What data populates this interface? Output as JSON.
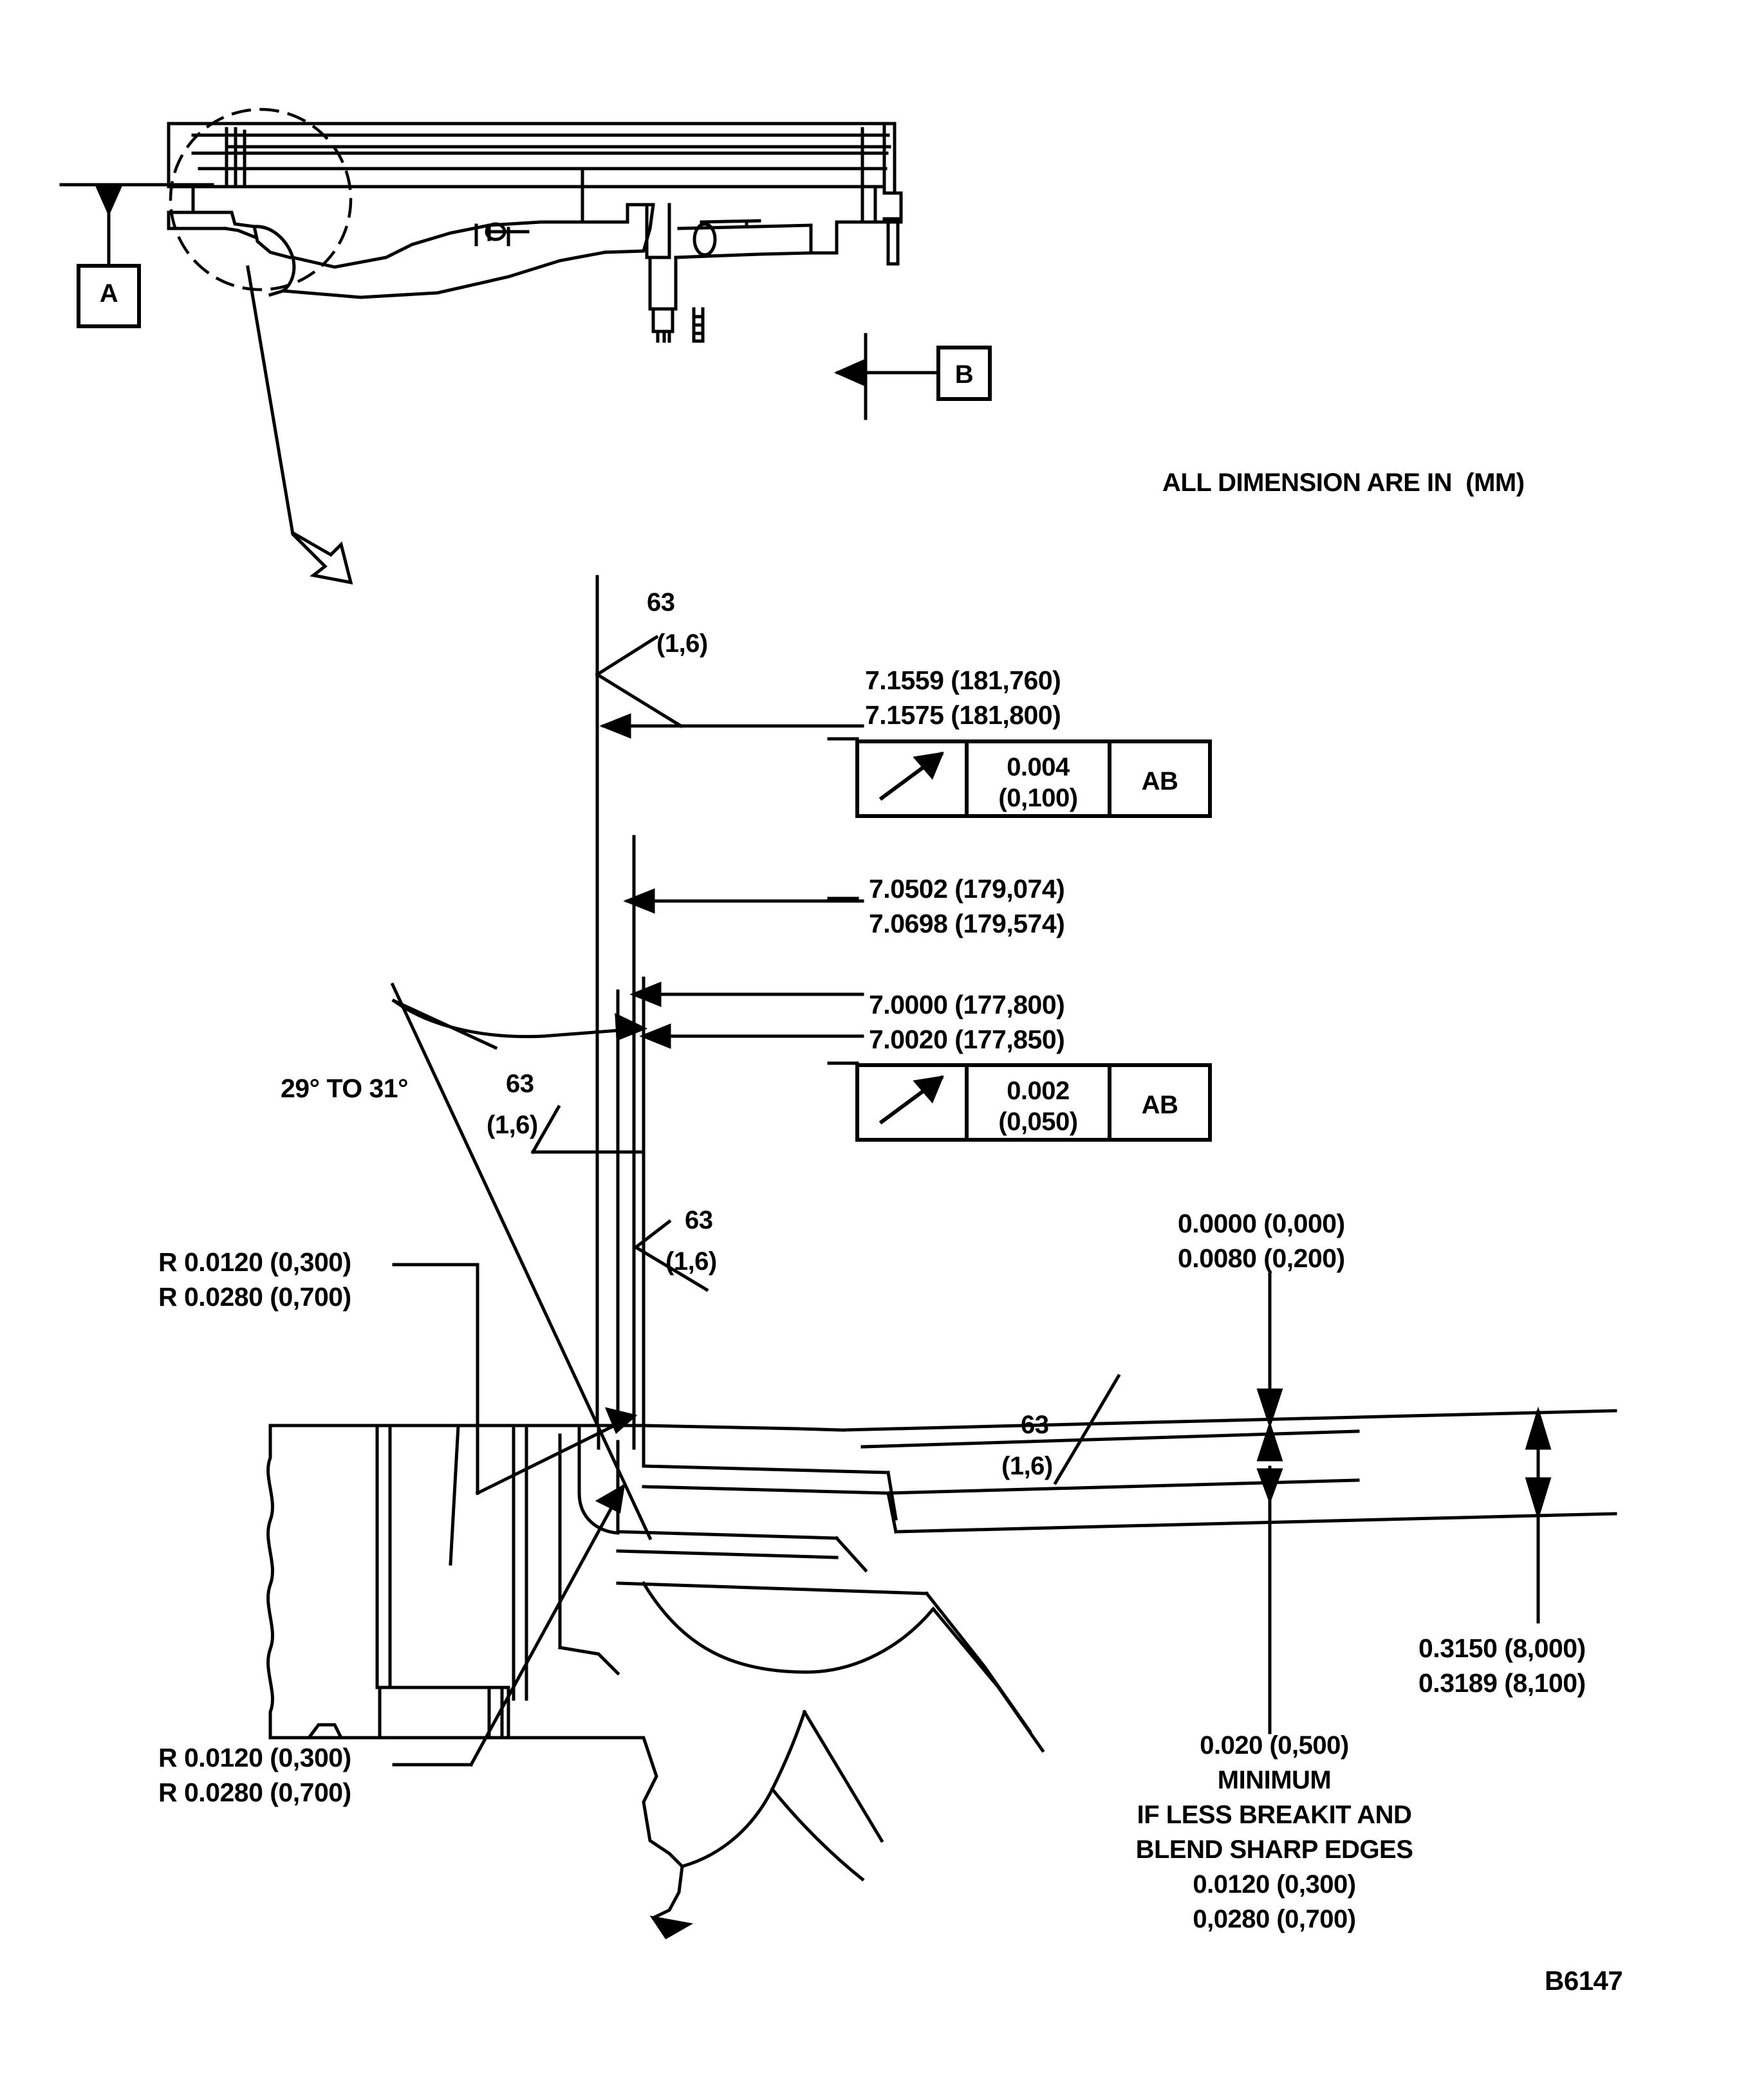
{
  "drawing": {
    "general_note": "ALL DIMENSION ARE IN  (MM)",
    "drawing_number": "B6147"
  },
  "datums": [
    {
      "id": "datum-a",
      "label": "A"
    },
    {
      "id": "datum-b",
      "label": "B"
    }
  ],
  "surface_finishes": [
    {
      "id": "sf-top",
      "value": "63",
      "metric": "(1,6)"
    },
    {
      "id": "sf-mid-left",
      "value": "63",
      "metric": "(1,6)"
    },
    {
      "id": "sf-mid-right",
      "value": "63",
      "metric": "(1,6)"
    },
    {
      "id": "sf-lower",
      "value": "63",
      "metric": "(1,6)"
    }
  ],
  "dimensions": {
    "dim_181": {
      "upper": "7.1559 (181,760)",
      "lower": "7.1575 (181,800)"
    },
    "dim_179": {
      "upper": "7.0502 (179,074)",
      "lower": "7.0698 (179,574)"
    },
    "dim_177": {
      "upper": "7.0000 (177,800)",
      "lower": "7.0020 (177,850)"
    },
    "dim_zero": {
      "upper": "0.0000 (0,000)",
      "lower": "0.0080 (0,200)"
    },
    "dim_thickness": {
      "upper": "0.3150 (8,000)",
      "lower": "0.3189 (8,100)"
    },
    "angle": "29° TO 31°"
  },
  "radii": {
    "upper_left": {
      "line1": "R 0.0120 (0,300)",
      "line2": "R 0.0280 (0,700)"
    },
    "lower_left": {
      "line1": "R 0.0120 (0,300)",
      "line2": "R 0.0280 (0,700)"
    }
  },
  "feature_control_frames": [
    {
      "id": "fcf-runout-004",
      "symbol": "circular-runout",
      "tolerance_line1": "0.004",
      "tolerance_line2": "(0,100)",
      "datum_reference": "AB"
    },
    {
      "id": "fcf-runout-002",
      "symbol": "circular-runout",
      "tolerance_line1": "0.002",
      "tolerance_line2": "(0,050)",
      "datum_reference": "AB"
    }
  ],
  "edge_note": {
    "line1": "0.020 (0,500)",
    "line2": "MINIMUM",
    "line3": "IF LESS BREAKIT AND",
    "line4": "BLEND SHARP EDGES",
    "line5": "0.0120 (0,300)",
    "line6": "0,0280 (0,700)"
  }
}
